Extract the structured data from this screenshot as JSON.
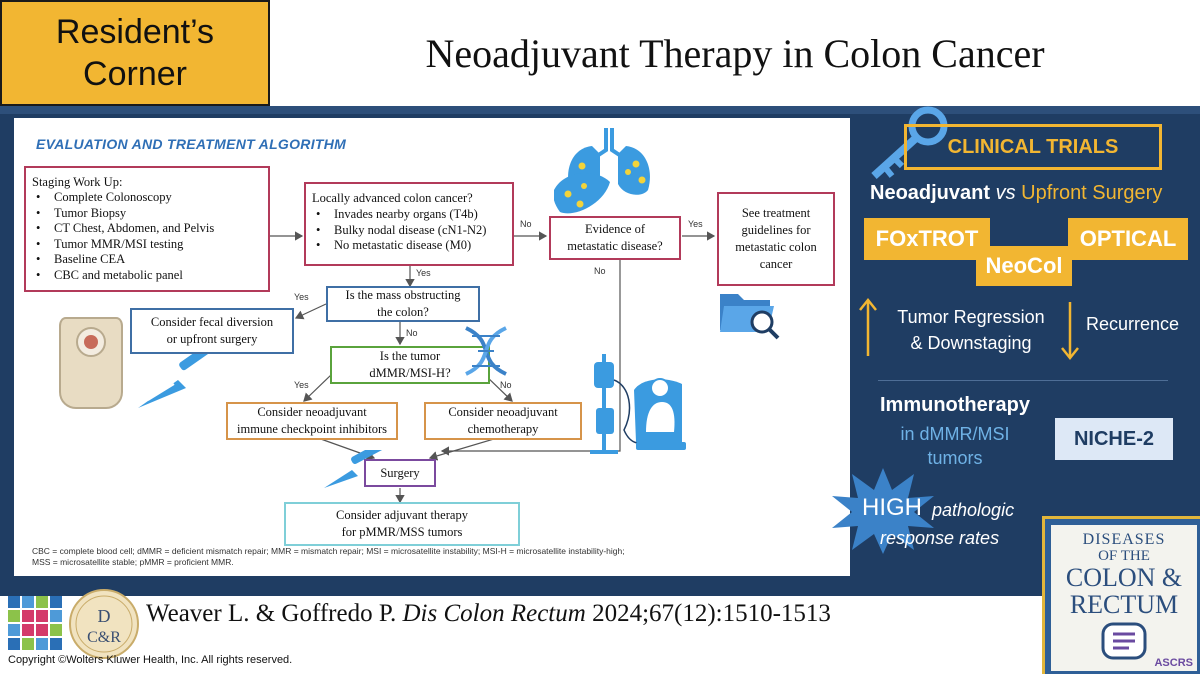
{
  "header": {
    "resident_line1": "Resident’s",
    "resident_line2": "Corner",
    "title": "Neoadjuvant Therapy in Colon Cancer"
  },
  "algorithm": {
    "heading": "EVALUATION AND TREATMENT ALGORITHM",
    "staging": {
      "title": "Staging Work Up:",
      "items": [
        "Complete Colonoscopy",
        "Tumor Biopsy",
        "CT Chest, Abdomen, and Pelvis",
        "Tumor MMR/MSI testing",
        "Baseline CEA",
        "CBC and metabolic panel"
      ]
    },
    "locally_advanced": {
      "title": "Locally advanced colon cancer?",
      "items": [
        "Invades nearby organs (T4b)",
        "Bulky nodal disease (cN1-N2)",
        "No metastatic disease (M0)"
      ]
    },
    "metastatic": {
      "line1": "Evidence of",
      "line2": "metastatic disease?"
    },
    "guidelines": {
      "line1": "See treatment",
      "line2": "guidelines for",
      "line3": "metastatic colon",
      "line4": "cancer"
    },
    "obstructing": {
      "line1": "Is the mass obstructing",
      "line2": "the colon?"
    },
    "fecal": {
      "line1": "Consider fecal diversion",
      "line2": "or upfront surgery"
    },
    "dmmr": {
      "line1": "Is the tumor",
      "line2": "dMMR/MSI-H?"
    },
    "neo_immune": {
      "line1": "Consider neoadjuvant",
      "line2": "immune checkpoint inhibitors"
    },
    "neo_chemo": {
      "line1": "Consider neoadjuvant",
      "line2": "chemotherapy"
    },
    "surgery": "Surgery",
    "adjuvant": {
      "line1": "Consider adjuvant therapy",
      "line2": "for pMMR/MSS tumors"
    },
    "labels": {
      "yes": "Yes",
      "no": "No"
    },
    "footnote_line1": "CBC = complete blood cell; dMMR = deficient mismatch repair; MMR = mismatch repair; MSI = microsatellite instability; MSI-H = microsatellite instability-high;",
    "footnote_line2": "MSS = microsatellite stable; pMMR = proficient MMR."
  },
  "right_panel": {
    "clinical_trials": "CLINICAL TRIALS",
    "neoadjuvant": "Neoadjuvant",
    "vs": "vs",
    "upfront": "Upfront Surgery",
    "trial1": "FOxTROT",
    "trial2": "NeoCol",
    "trial3": "OPTICAL",
    "tumor_regression": "Tumor Regression",
    "downstaging": "& Downstaging",
    "recurrence": "Recurrence",
    "immunotherapy": "Immunotherapy",
    "in_dmmr": "in dMMR/MSI",
    "tumors": "tumors",
    "niche": "NICHE-2",
    "high": "HIGH",
    "pathologic": "pathologic",
    "response_rates": "response rates"
  },
  "cover": {
    "line1": "DISEASES",
    "line2": "OF THE",
    "line3": "COLON &",
    "line4": "RECTUM",
    "society": "ASCRS"
  },
  "footer": {
    "authors": "Weaver L. & Goffredo P.",
    "journal": "Dis Colon Rectum",
    "ref": "2024;67(12):1510-1513",
    "copyright": "Copyright ©Wolters Kluwer Health, Inc. All rights reserved."
  },
  "colors": {
    "gold": "#f2b632",
    "navy": "#1f3d63",
    "light_blue": "#6fb2e6",
    "staging_border": "#b23a5a"
  }
}
